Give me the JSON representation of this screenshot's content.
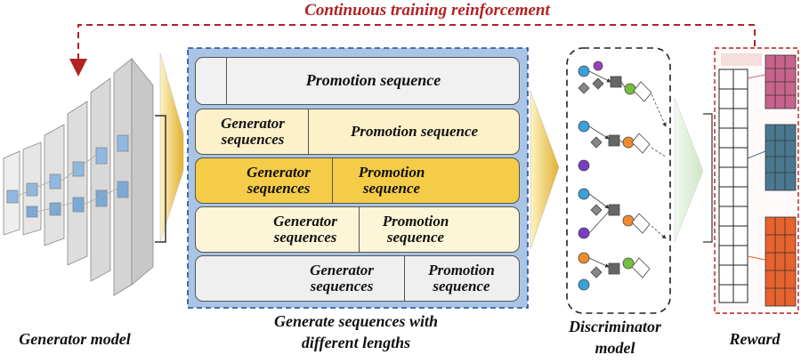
{
  "title": "Continuous training reinforcement",
  "captions": {
    "generator": "Generator model",
    "sequences_line1": "Generate sequences with",
    "sequences_line2": "different lengths",
    "discriminator_line1": "Discriminator",
    "discriminator_line2": "model",
    "reward": "Reward"
  },
  "rows": [
    {
      "generator": "",
      "promotion": "Promotion sequence"
    },
    {
      "generator": "Generator sequences",
      "promotion": "Promotion sequence"
    },
    {
      "generator": "Generator sequences",
      "promotion": "Promotion sequence"
    },
    {
      "generator": "Generator sequences",
      "promotion": "Promotion sequence"
    },
    {
      "generator": "Generator sequences",
      "promotion": "Promotion sequence"
    }
  ],
  "colors": {
    "feedback_arrow": "#b22222",
    "panel_bg": "#a9c4e4",
    "panel_border": "#1f4e96",
    "row_light": "#f1f1f1",
    "row_cream": "#fdf1c9",
    "row_gold": "#f5cc48",
    "row_pale": "#fdf5d7",
    "row_gray": "#efefef",
    "arrow_gold": "#e8b73a",
    "arrow_green": "#dbeed4",
    "reward_pink": "#c8648c",
    "reward_teal": "#4a7890",
    "reward_orange": "#e8622c"
  }
}
